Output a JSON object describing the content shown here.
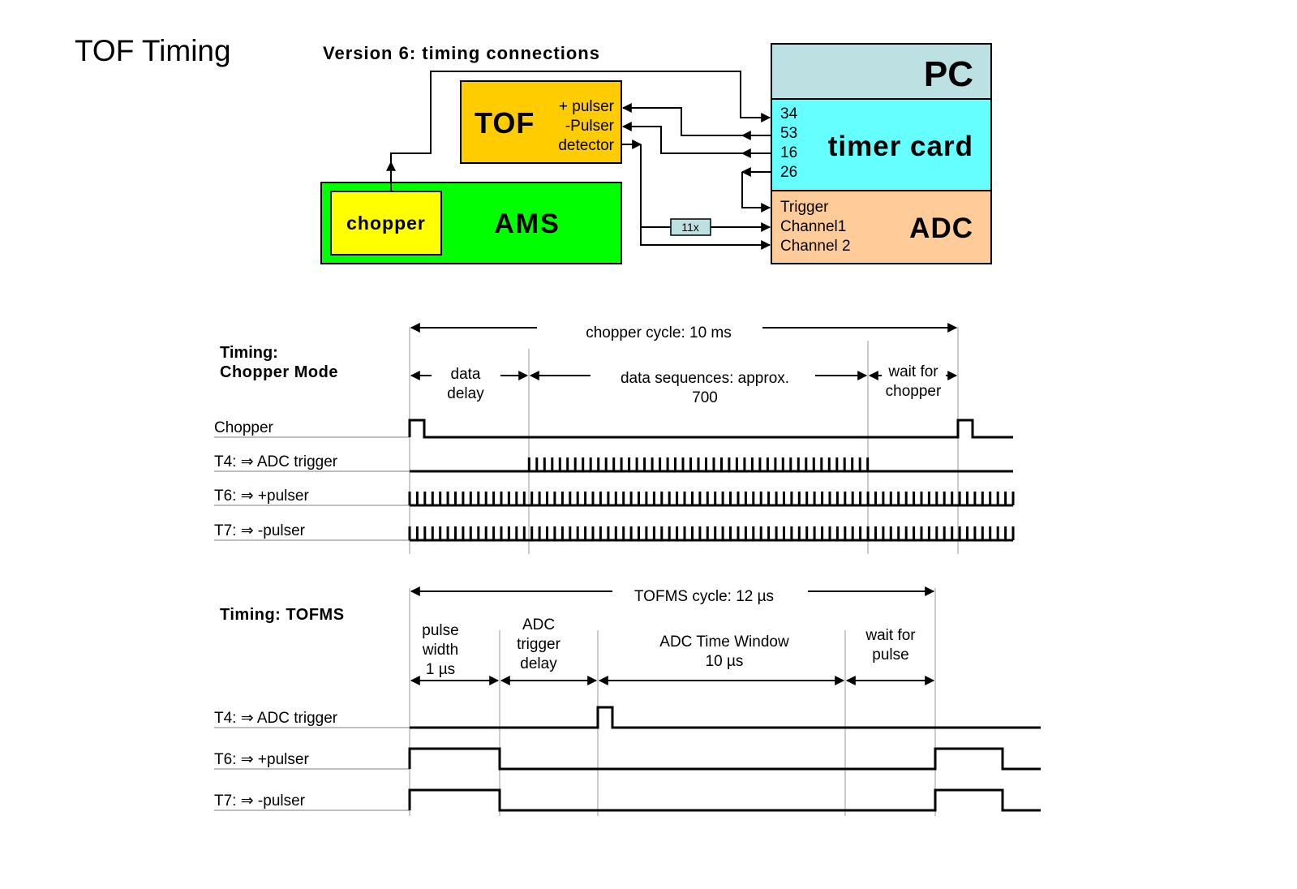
{
  "title": "TOF Timing",
  "connections": {
    "title": "Version 6: timing connections",
    "colors": {
      "pc": "#bde0e2",
      "timer_card": "#66ffff",
      "adc": "#ffcc99",
      "tof": "#ffcc00",
      "ams": "#00ff00",
      "chopper": "#ffff00",
      "amplifier": "#bde0e2"
    },
    "pc": {
      "label": "PC"
    },
    "timer_card": {
      "label": "timer card",
      "pins": [
        "34",
        "53",
        "16",
        "26"
      ]
    },
    "adc": {
      "label": "ADC",
      "inputs": [
        "Trigger",
        "Channel1",
        "Channel 2"
      ]
    },
    "tof": {
      "label": "TOF",
      "ports": [
        "+ pulser",
        "-Pulser",
        "detector"
      ]
    },
    "ams": {
      "label": "AMS"
    },
    "chopper": {
      "label": "chopper"
    },
    "amplifier": {
      "label": "11x"
    }
  },
  "chopper_mode": {
    "heading_line1": "Timing:",
    "heading_line2": "Chopper Mode",
    "cycle_label": "chopper cycle: 10 ms",
    "intervals": [
      {
        "line1": "data",
        "line2": "delay"
      },
      {
        "line1": "data sequences: approx.",
        "line2": "700"
      },
      {
        "line1": "wait for",
        "line2": "chopper"
      }
    ],
    "signals": [
      {
        "label": "Chopper",
        "kind": "single-pulse",
        "pulse_positions": [
          0,
          1
        ]
      },
      {
        "label": "T4: ⇒  ADC trigger",
        "kind": "comb",
        "start": 0.198,
        "end": 0.759,
        "pulses": 45
      },
      {
        "label": "T6: ⇒  +pulser",
        "kind": "comb",
        "start": 0,
        "end": 1.0,
        "pulses": 80
      },
      {
        "label": "T7: ⇒  -pulser",
        "kind": "comb",
        "start": 0,
        "end": 1.0,
        "pulses": 80
      }
    ]
  },
  "tofms_mode": {
    "heading": "Timing: TOFMS",
    "cycle_label": "TOFMS cycle: 12 µs",
    "intervals": [
      {
        "lines": [
          "pulse",
          "width",
          "1 µs"
        ]
      },
      {
        "lines": [
          "ADC",
          "trigger",
          "delay"
        ]
      },
      {
        "lines": [
          "ADC Time Window",
          "10 µs"
        ]
      },
      {
        "lines": [
          "wait for",
          "pulse"
        ]
      }
    ],
    "signals": [
      {
        "label": "T4: ⇒ ADC trigger"
      },
      {
        "label": "T6: ⇒ +pulser"
      },
      {
        "label": "T7: ⇒ -pulser"
      }
    ]
  }
}
